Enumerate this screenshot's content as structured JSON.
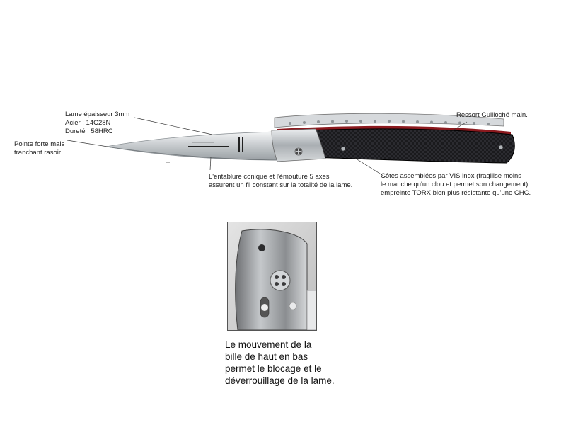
{
  "annotations": {
    "blade": [
      "Lame épaisseur 3mm",
      "Acier : 14C28N",
      "Dureté : 58HRC"
    ],
    "point": [
      "Pointe forte mais",
      "tranchant rasoir."
    ],
    "spring": [
      "Ressort Guilloché main."
    ],
    "edge": [
      "L'entablure conique et l'émouture 5 axes",
      "assurent un fil constant sur la totalité de la lame."
    ],
    "sides": [
      "Côtes assemblées par VIS inox (fragilise moins",
      "le manche qu'un clou et permet son changement)",
      "empreinte TORX bien plus résistante qu'une CHC."
    ]
  },
  "caption": [
    "Le mouvement de la",
    "bille de haut en bas",
    "permet le blocage et le",
    "déverrouillage de la lame."
  ],
  "colors": {
    "handle_dark": "#1c1c1f",
    "handle_liner": "#8c1a1f",
    "blade_steel": "#cfd3d6",
    "bolster": "#b9bdc1",
    "leader_line": "#333333"
  }
}
